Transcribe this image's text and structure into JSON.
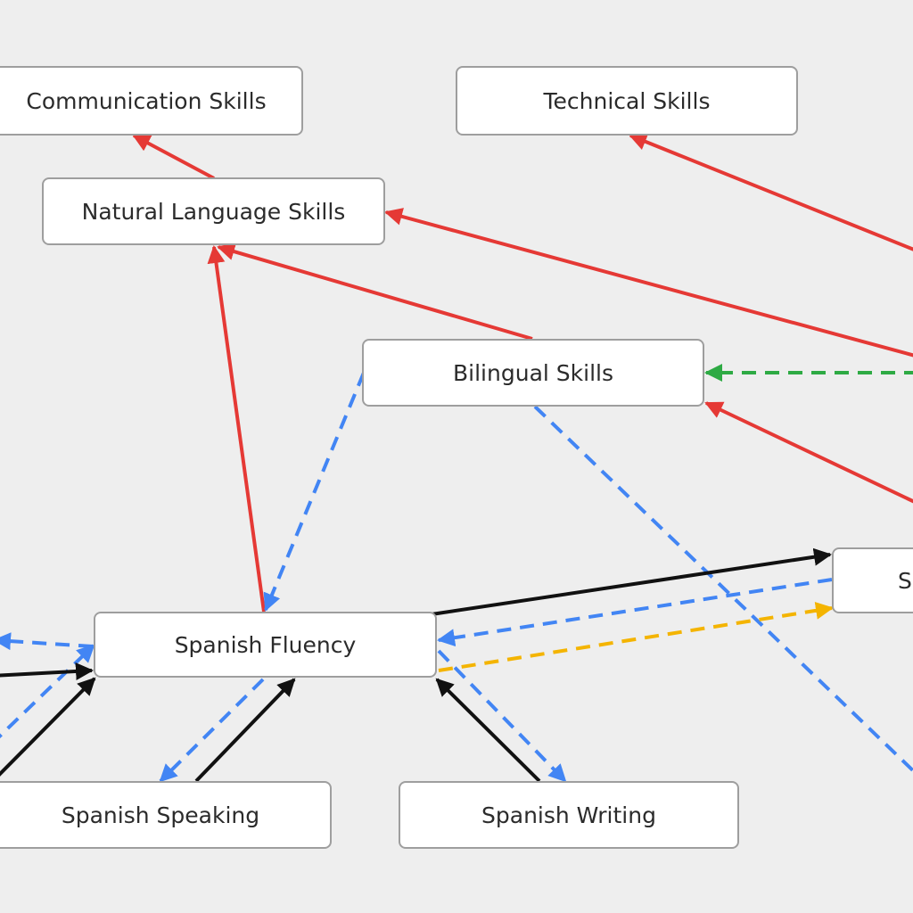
{
  "nodes": {
    "communication_skills": "Communication Skills",
    "technical_skills": "Technical Skills",
    "natural_language_skills": "Natural Language Skills",
    "bilingual_skills": "Bilingual Skills",
    "spanish_fluency": "Spanish Fluency",
    "partial_right_node": "S",
    "spanish_speaking": "Spanish Speaking",
    "spanish_writing": "Spanish Writing"
  },
  "colors": {
    "red": "#e53935",
    "blue": "#4285f4",
    "black": "#111111",
    "green": "#2eaa44",
    "yellow": "#f4b400"
  }
}
